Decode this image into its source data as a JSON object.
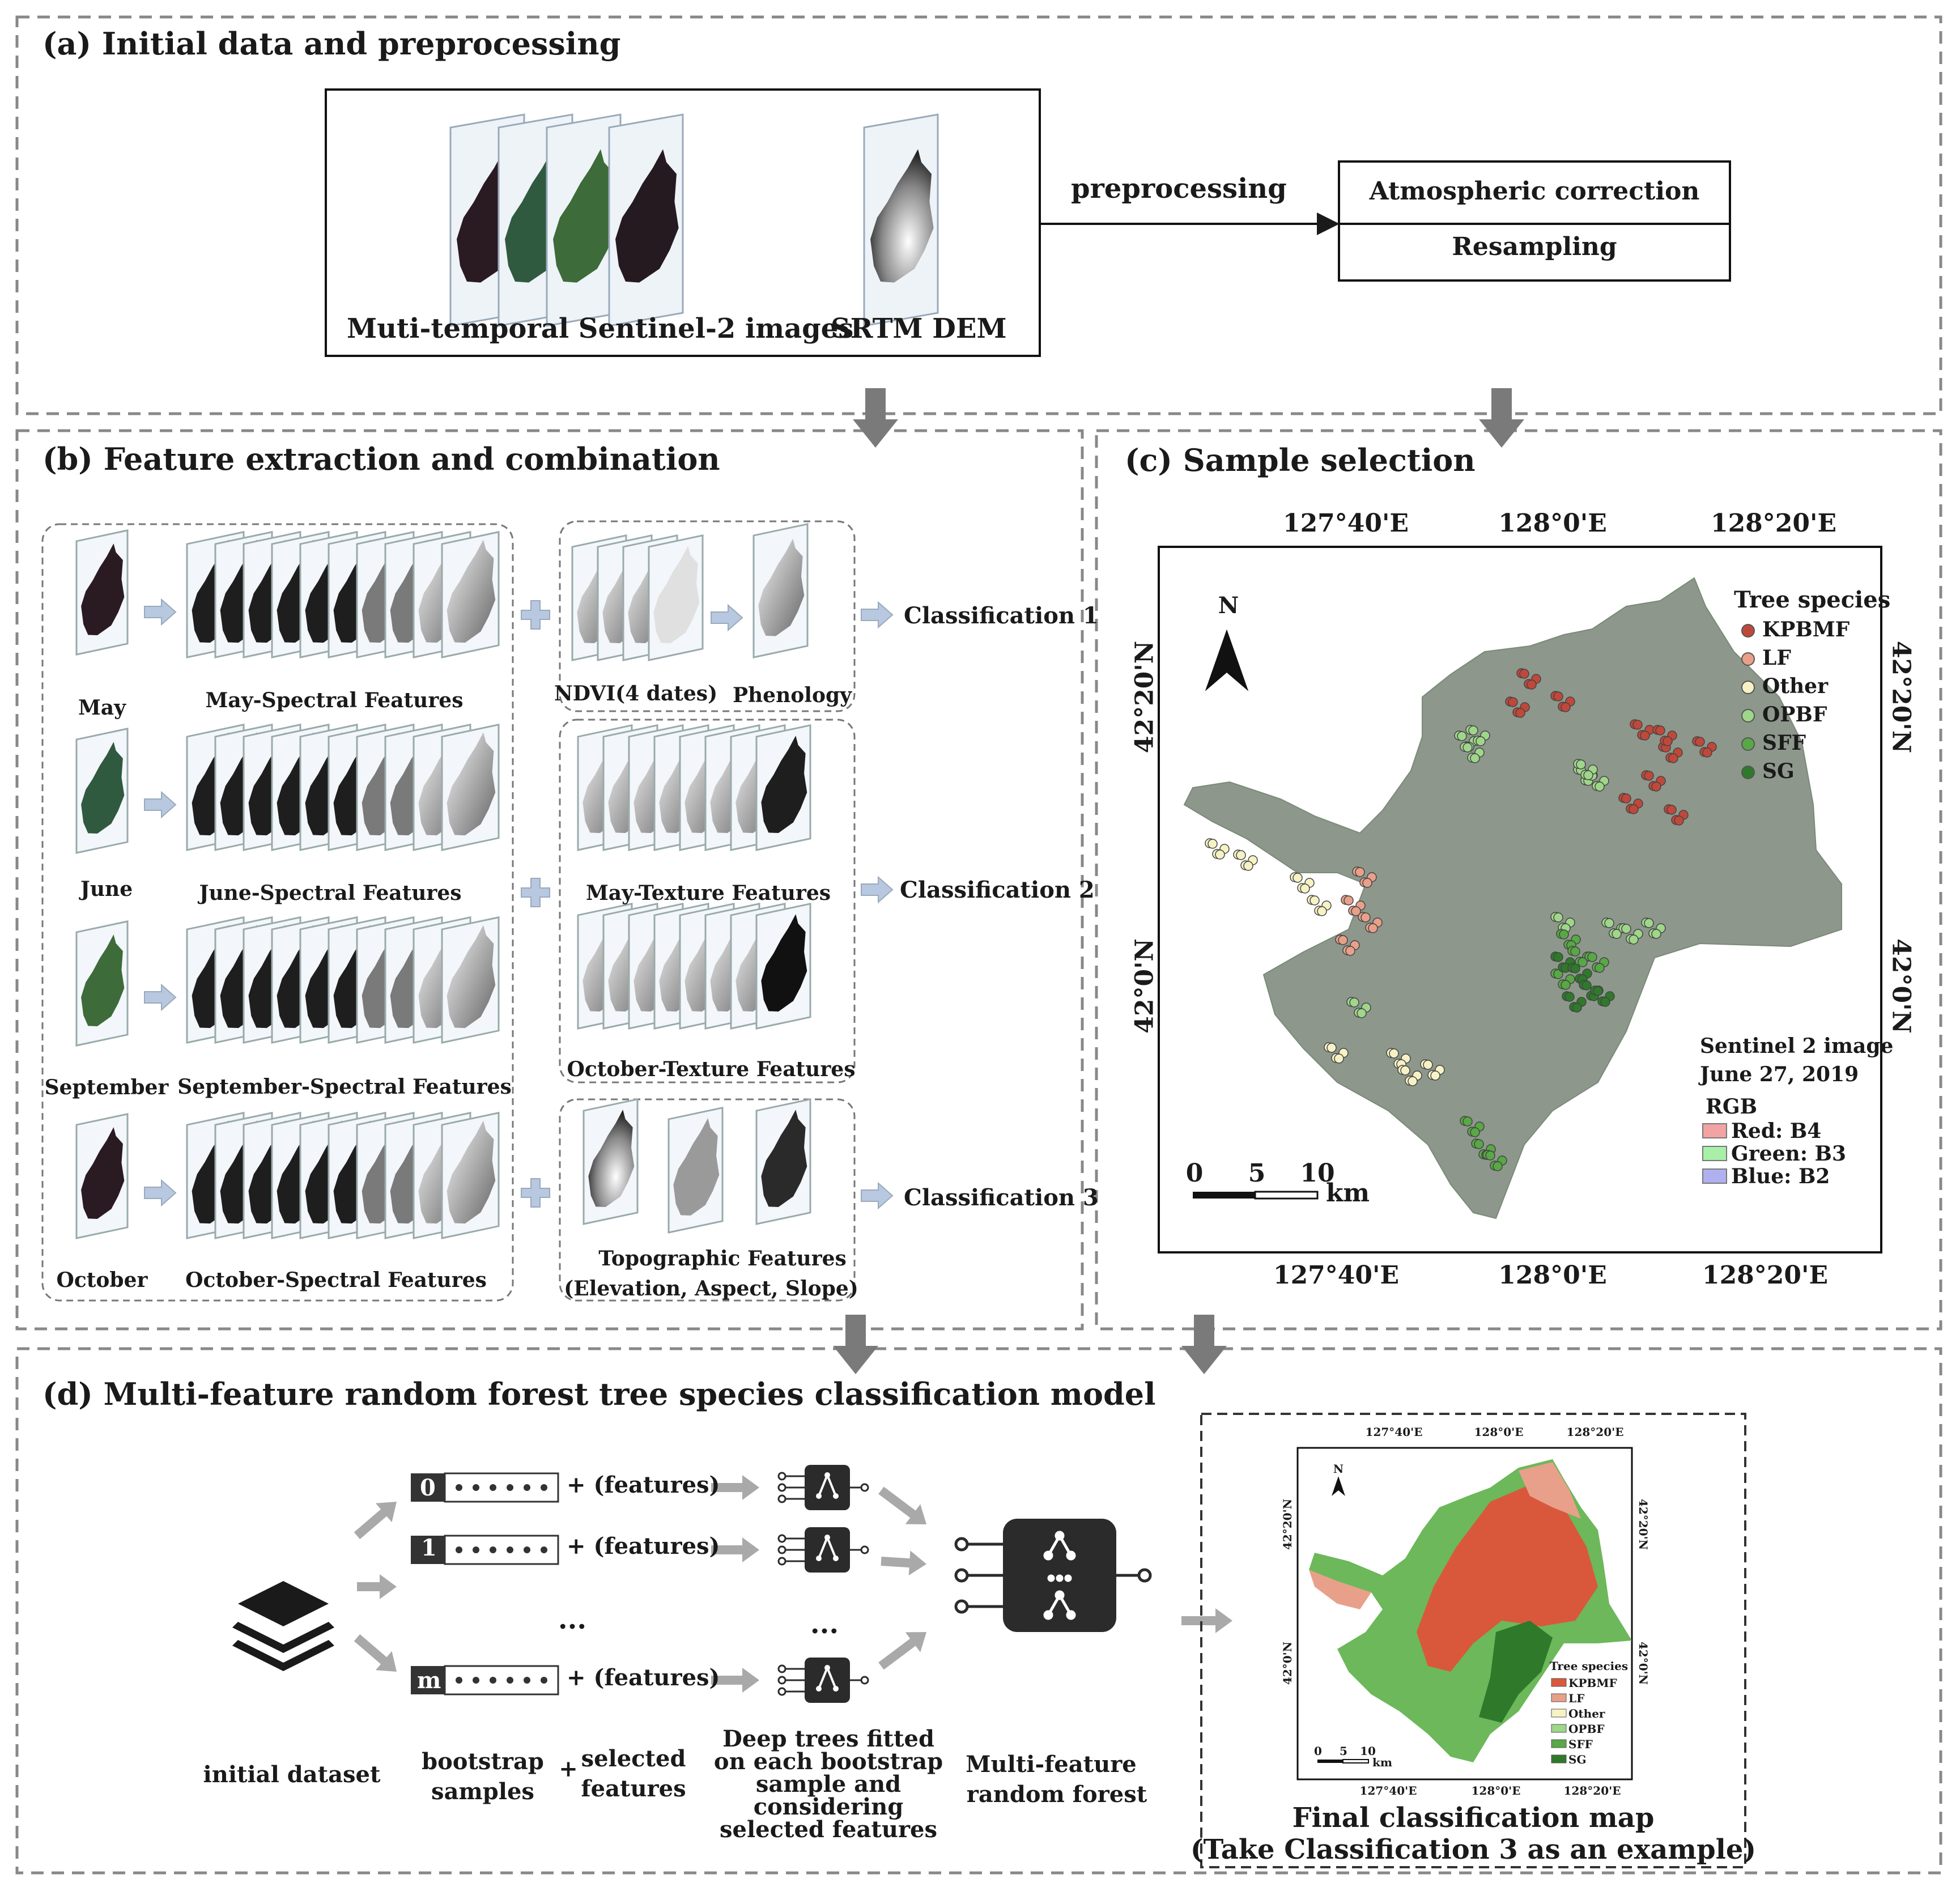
{
  "section_a": {
    "title": "(a) Initial data and preprocessing",
    "sentinel_label": "Muti-temporal Sentinel-2 images",
    "dem_label": "SRTM DEM",
    "arrow_label": "preprocessing",
    "steps": [
      "Atmospheric correction",
      "Resampling"
    ]
  },
  "section_b": {
    "title": "(b) Feature extraction and  combination",
    "months": [
      "May",
      "June",
      "September",
      "October"
    ],
    "spectral": [
      "May-Spectral Features",
      "June-Spectral Features",
      "September-Spectral Features",
      "October-Spectral Features"
    ],
    "ndvi": "NDVI(4 dates)",
    "phenology": "Phenology",
    "may_texture": "May-Texture Features",
    "oct_texture": "October-Texture Features",
    "topo1": "Topographic Features",
    "topo2": "(Elevation, Aspect, Slope)",
    "classes": [
      "Classification 1",
      "Classification 2",
      "Classification 3"
    ]
  },
  "section_c": {
    "title": "(c) Sample selection",
    "top_ticks": [
      "127°40'E",
      "128°0'E",
      "128°20'E"
    ],
    "bottom_ticks": [
      "127°40'E",
      "128°0'E",
      "128°20'E"
    ],
    "left_ticks": [
      "42°20'N",
      "42°0'N"
    ],
    "right_ticks": [
      "42°20'N",
      "42°0'N"
    ],
    "north": "N",
    "legend_title": "Tree species",
    "legend": [
      {
        "label": "KPBMF",
        "color": "#c0483a"
      },
      {
        "label": "LF",
        "color": "#e8a08a"
      },
      {
        "label": "Other",
        "color": "#f6f2c4"
      },
      {
        "label": "OPBF",
        "color": "#9fd68a"
      },
      {
        "label": "SFF",
        "color": "#58a845"
      },
      {
        "label": "SG",
        "color": "#2e7a2a"
      }
    ],
    "image_note": [
      "Sentinel 2 image",
      "June 27, 2019"
    ],
    "rgb_title": "RGB",
    "rgb": [
      {
        "label": "Red: B4",
        "color": "#f2a3a3"
      },
      {
        "label": "Green: B3",
        "color": "#a8f0a8"
      },
      {
        "label": "Blue: B2",
        "color": "#b0b0f0"
      }
    ],
    "scale_ticks": [
      "0",
      "5",
      "10"
    ],
    "scale_unit": "km"
  },
  "section_d": {
    "title": "(d) Multi-feature random forest tree species classification model",
    "sample_ids": [
      "0",
      "1",
      "m"
    ],
    "features_label": "+ (features)",
    "ellipsis": "...",
    "initial_dataset": "initial dataset",
    "bootstrap": [
      "bootstrap",
      "samples"
    ],
    "plus": "+",
    "selected": [
      "selected",
      "features"
    ],
    "deep_trees": [
      "Deep trees fitted",
      "on each bootstrap",
      "sample and",
      "considering",
      "selected features"
    ],
    "rf": [
      "Multi-feature",
      "random forest"
    ],
    "final": [
      "Final classification map",
      "(Take Classification 3  as an example)"
    ],
    "mini_top_ticks": [
      "127°40'E",
      "128°0'E",
      "128°20'E"
    ],
    "mini_bottom_ticks": [
      "127°40'E",
      "128°0'E",
      "128°20'E"
    ],
    "mini_side_ticks": [
      "42°20'N",
      "42°0'N"
    ],
    "mini_north": "N",
    "mini_legend_title": "Tree species",
    "mini_scale": [
      "0",
      "5",
      "10",
      "km"
    ]
  },
  "colors": {
    "arrow_gray": "#7a7a7a",
    "light_arrow": "#b8c8e0",
    "map_bg": "#8a9488",
    "dashed": "#888888"
  }
}
